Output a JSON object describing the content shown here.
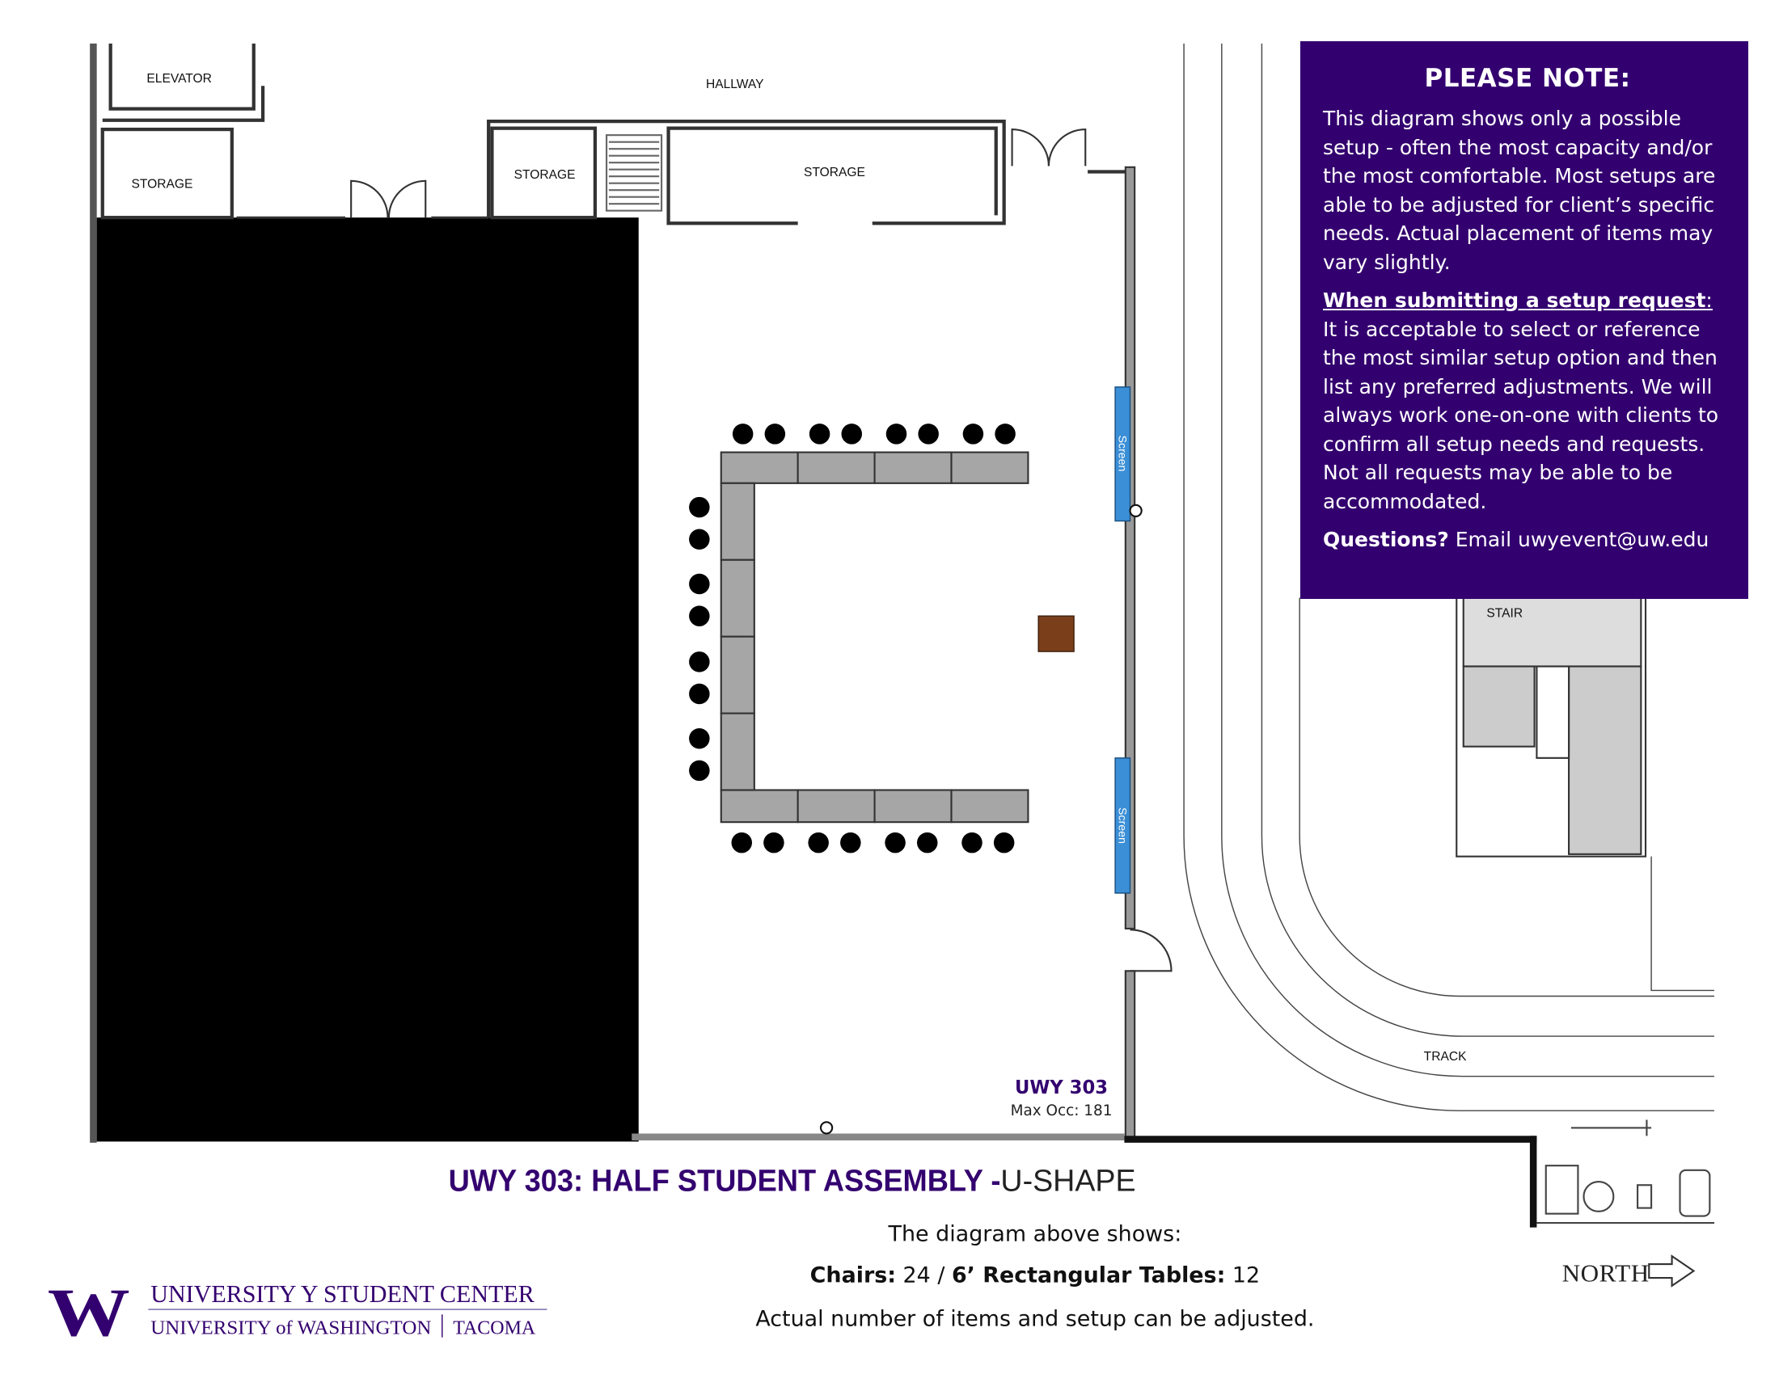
{
  "plan": {
    "hallway": "HALLWAY",
    "elevator": "ELEVATOR",
    "storage_labels": [
      "STORAGE",
      "STORAGE",
      "STORAGE"
    ],
    "stair": "STAIR",
    "track": "TRACK",
    "screen_labels": [
      "Screen",
      "Screen"
    ],
    "room_label": "UWY 303",
    "max_occ": "Max Occ: 181",
    "north": "NORTH",
    "chairs_count": 24,
    "tables_count": 12
  },
  "colors": {
    "purple": "#33006f",
    "screen": "#3b8fd6",
    "podium": "#7a3f1a",
    "table": "#a6a6a6"
  },
  "note": {
    "title": "PLEASE NOTE:",
    "para1": "This diagram shows only a possible setup - often the most capacity and/or the most comfortable. Most setups are able to be adjusted for client’s specific needs. Actual placement of items may vary slightly.",
    "para2_heading": "When submitting a setup request",
    "para2_colon": ":",
    "para2_body": " It is acceptable to select or reference the most similar setup option and then list any preferred adjustments. We will always work one-on-one with clients to confirm all setup needs and requests. Not all requests may be able to be accommodated.",
    "questions_label": "Questions?",
    "questions_body": " Email uwyevent@uw.edu"
  },
  "title": {
    "main": "UWY 303: HALF STUDENT ASSEMBLY -",
    "setup": " U-SHAPE"
  },
  "summary": {
    "intro": "The diagram above shows:",
    "chairs_label": "Chairs:",
    "chairs_value": " 24 / ",
    "tables_label": "6’ Rectangular Tables:",
    "tables_value": " 12",
    "footer": "Actual number of items and setup can be adjusted."
  },
  "logo": {
    "letter": "W",
    "line1": "UNIVERSITY Y STUDENT CENTER",
    "line2": "UNIVERSITY of WASHINGTON",
    "line3": "TACOMA"
  }
}
